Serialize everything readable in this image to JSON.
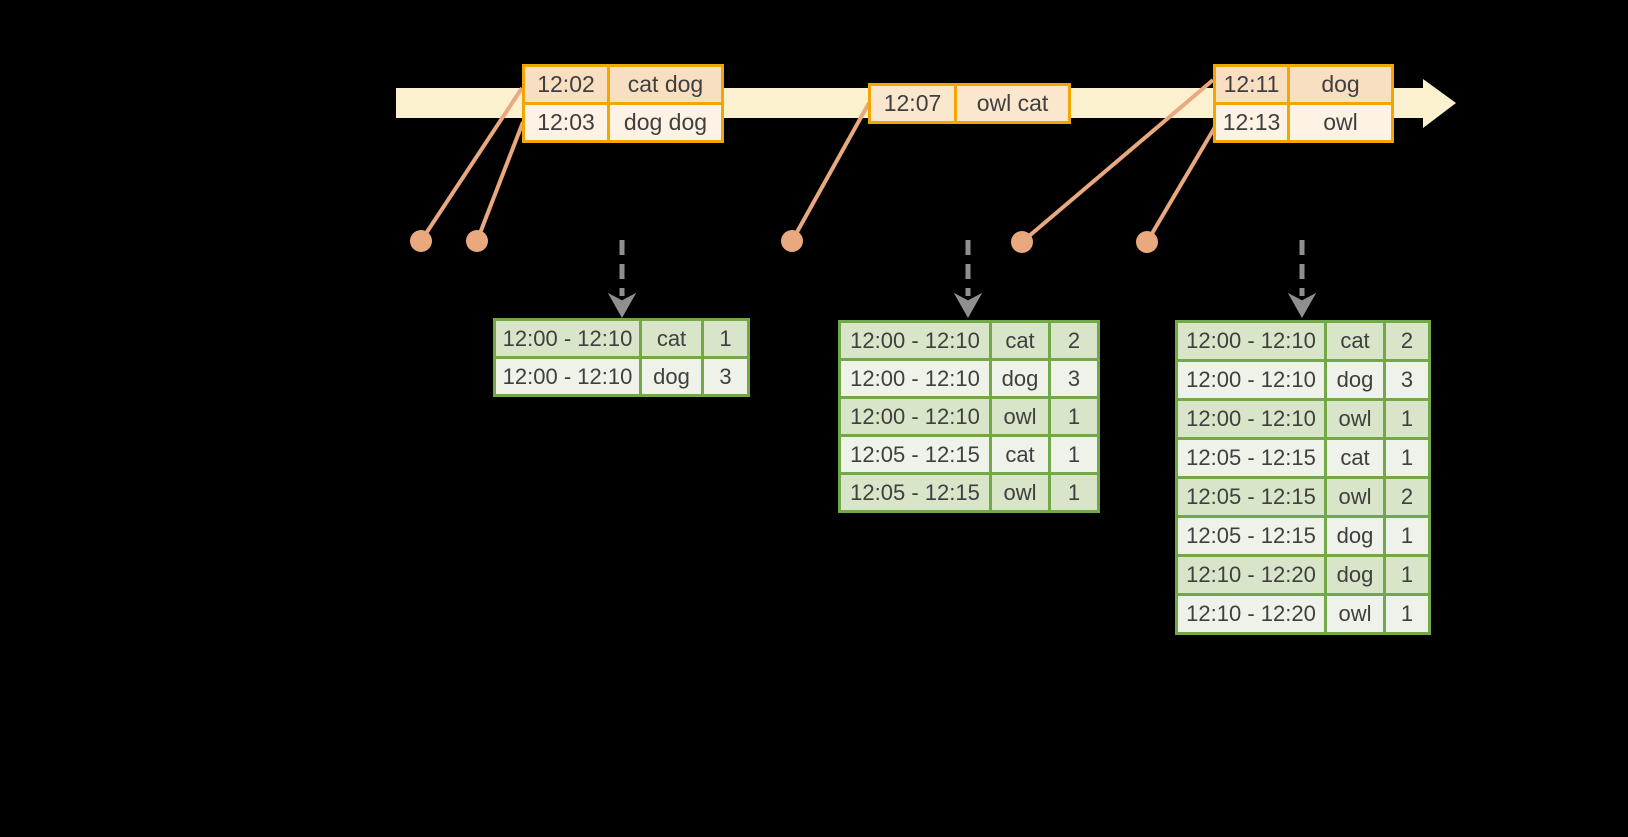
{
  "colors": {
    "background": "#000000",
    "timeline-fill": "#FBF1CF",
    "input-border": "#F1A604",
    "input-row-dark": "#F8DFC2",
    "input-row-light": "#FDF2E3",
    "input-row-mid": "#FAE7CE",
    "marker": "#E9A87D",
    "trigger-arrow": "#8F8F8F",
    "result-border": "#73A848",
    "result-row-dark": "#D8E5C9",
    "result-row-light": "#EEF2E8",
    "text": "#3F3F3F"
  },
  "timeline": {
    "input_tables": [
      {
        "rows": [
          {
            "time": "12:02",
            "words": "cat dog"
          },
          {
            "time": "12:03",
            "words": "dog dog"
          }
        ]
      },
      {
        "rows": [
          {
            "time": "12:07",
            "words": "owl cat"
          }
        ]
      },
      {
        "rows": [
          {
            "time": "12:11",
            "words": "dog"
          },
          {
            "time": "12:13",
            "words": "owl"
          }
        ]
      }
    ]
  },
  "result_tables": [
    {
      "rows": [
        {
          "window": "12:00 - 12:10",
          "word": "cat",
          "count": "1"
        },
        {
          "window": "12:00 - 12:10",
          "word": "dog",
          "count": "3"
        }
      ]
    },
    {
      "rows": [
        {
          "window": "12:00 - 12:10",
          "word": "cat",
          "count": "2"
        },
        {
          "window": "12:00 - 12:10",
          "word": "dog",
          "count": "3"
        },
        {
          "window": "12:00 - 12:10",
          "word": "owl",
          "count": "1"
        },
        {
          "window": "12:05 - 12:15",
          "word": "cat",
          "count": "1"
        },
        {
          "window": "12:05 - 12:15",
          "word": "owl",
          "count": "1"
        }
      ]
    },
    {
      "rows": [
        {
          "window": "12:00 - 12:10",
          "word": "cat",
          "count": "2"
        },
        {
          "window": "12:00 - 12:10",
          "word": "dog",
          "count": "3"
        },
        {
          "window": "12:00 - 12:10",
          "word": "owl",
          "count": "1"
        },
        {
          "window": "12:05 - 12:15",
          "word": "cat",
          "count": "1"
        },
        {
          "window": "12:05 - 12:15",
          "word": "owl",
          "count": "2"
        },
        {
          "window": "12:05 - 12:15",
          "word": "dog",
          "count": "1"
        },
        {
          "window": "12:10 - 12:20",
          "word": "dog",
          "count": "1"
        },
        {
          "window": "12:10 - 12:20",
          "word": "owl",
          "count": "1"
        }
      ]
    }
  ]
}
